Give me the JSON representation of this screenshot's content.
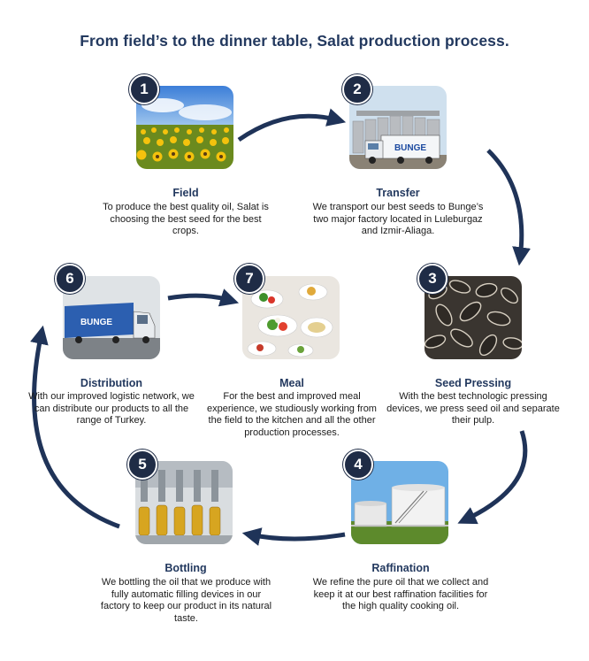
{
  "title": "From field’s to the dinner table, Salat production process.",
  "steps": [
    {
      "number": "1",
      "title": "Field",
      "description": "To produce the best quality oil, Salat is choosing the best seed for the best crops."
    },
    {
      "number": "2",
      "title": "Transfer",
      "description": "We transport our best seeds to Bunge’s two major factory located in Luleburgaz and Izmir-Aliaga."
    },
    {
      "number": "3",
      "title": "Seed Pressing",
      "description": "With the best technologic pressing devices, we press seed oil and separate their pulp."
    },
    {
      "number": "4",
      "title": "Raffination",
      "description": "We refine the pure oil that we collect and keep it at our best raffination facilities for the high quality cooking oil."
    },
    {
      "number": "5",
      "title": "Bottling",
      "description": "We bottling the oil that we produce with fully automatic filling devices in our factory to keep our product in its natural taste."
    },
    {
      "number": "6",
      "title": "Distribution",
      "description": "With our improved logistic network, we can distribute our products to all the range of Turkey."
    },
    {
      "number": "7",
      "title": "Meal",
      "description": "For the best and improved meal experience, we studiously working from the field to the kitchen and all the other production processes."
    }
  ],
  "truck_logo": "BUNGE",
  "colors": {
    "navy": "#23395f",
    "badge": "#1f2c46",
    "arrow": "#1f3358"
  }
}
